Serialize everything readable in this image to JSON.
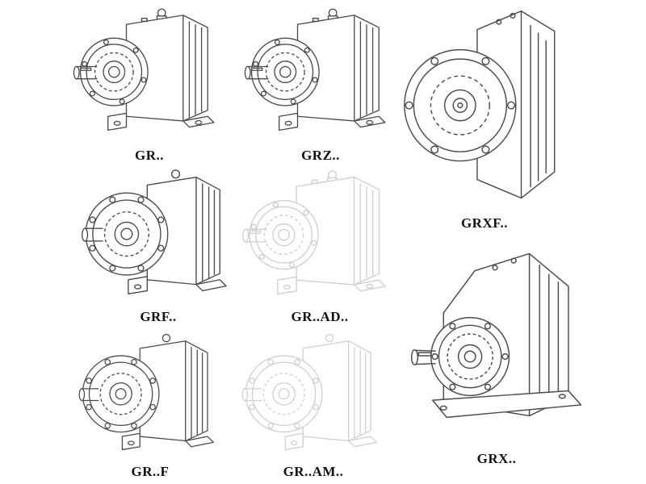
{
  "colors": {
    "background": "#ffffff",
    "line_color": "#4b4b4b",
    "faded_line_color": "#cfcfcf",
    "label_color": "#111111"
  },
  "items": [
    {
      "id": "gr",
      "label": "GR..",
      "symbol": "#gb-foot",
      "style": "solid"
    },
    {
      "id": "grz",
      "label": "GRZ..",
      "symbol": "#gb-foot",
      "style": "solid"
    },
    {
      "id": "grxf",
      "label": "GRXF..",
      "symbol": "#gb-grxf",
      "style": "solid"
    },
    {
      "id": "grf",
      "label": "GRF..",
      "symbol": "#gb-flange",
      "style": "solid"
    },
    {
      "id": "gr-ad",
      "label": "GR..AD..",
      "symbol": "#gb-foot",
      "style": "faded"
    },
    {
      "id": "gr-f",
      "label": "GR..F",
      "symbol": "#gb-flange",
      "style": "solid"
    },
    {
      "id": "gr-am",
      "label": "GR..AM..",
      "symbol": "#gb-flange",
      "style": "faded"
    },
    {
      "id": "grx",
      "label": "GRX..",
      "symbol": "#gb-grx",
      "style": "solid"
    }
  ]
}
